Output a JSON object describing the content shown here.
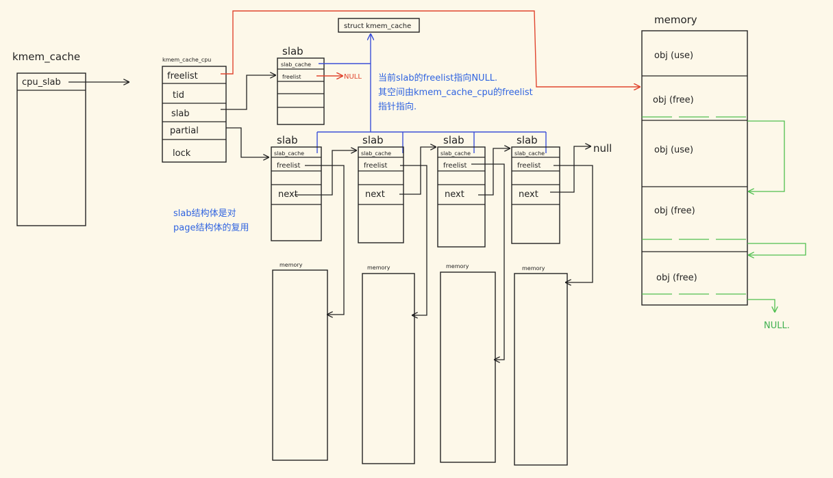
{
  "kmem_cache": {
    "title": "kmem_cache",
    "cpu_slab": "cpu_slab"
  },
  "kmem_cache_cpu": {
    "title": "kmem_cache_cpu",
    "fields": [
      "freelist",
      "tid",
      "slab",
      "partial",
      "lock"
    ]
  },
  "struct_box": "struct kmem_cache",
  "cpu_slab_box": {
    "title": "slab",
    "slab_cache": "slab_cache",
    "freelist": "freelist",
    "null_label": "NULL"
  },
  "partial_slabs": [
    {
      "title": "slab",
      "slab_cache": "slab_cache",
      "freelist": "freelist",
      "next": "next",
      "memory": "memory"
    },
    {
      "title": "slab",
      "slab_cache": "slab_cache",
      "freelist": "freelist",
      "next": "next",
      "memory": "memory"
    },
    {
      "title": "slab",
      "slab_cache": "slab_cache",
      "freelist": "freelist",
      "next": "next",
      "memory": "memory"
    },
    {
      "title": "slab",
      "slab_cache": "slab_cache",
      "freelist": "freelist",
      "next": "next",
      "memory": "memory"
    }
  ],
  "partial_null": "null",
  "annotations": {
    "freelist_note": [
      "当前slab的freelist指向NULL.",
      "其空间由kmem_cache_cpu的freelist",
      "指针指向."
    ],
    "reuse_note": [
      "slab结构体是对",
      "page结构体的复用"
    ]
  },
  "memory_right": {
    "title": "memory",
    "objects": [
      "obj (use)",
      "obj (free)",
      "obj (use)",
      "obj (free)",
      "obj (free)"
    ],
    "null_label": "NULL."
  },
  "colors": {
    "pointer_red": "#e0442e",
    "pointer_blue": "#3b4fd8",
    "free_chain_green": "#4fbf4f",
    "note_blue": "#2f63e0"
  }
}
